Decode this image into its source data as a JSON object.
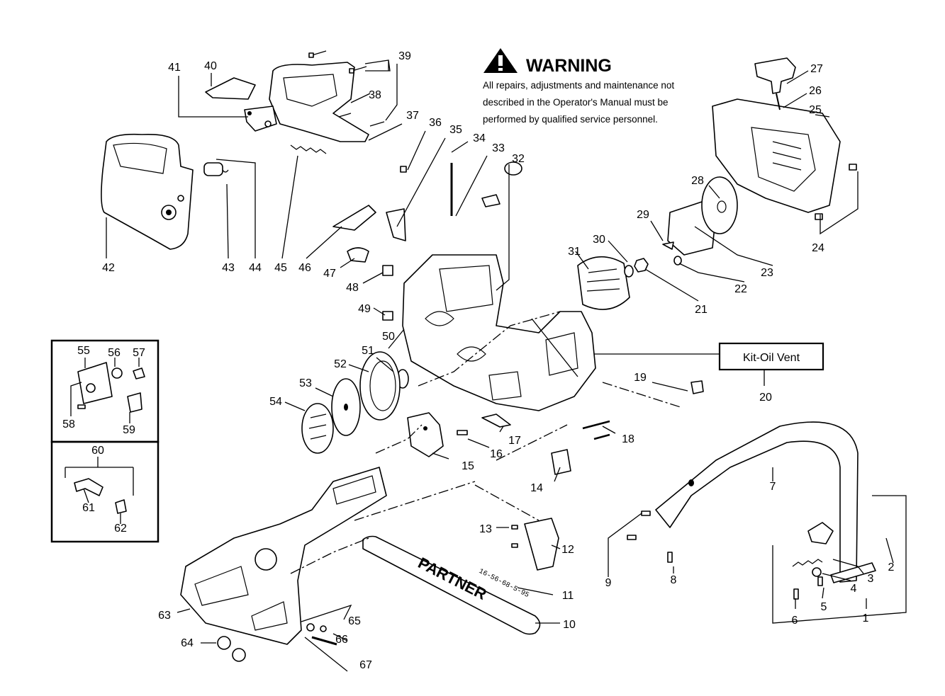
{
  "warning": {
    "title": "WARNING",
    "lines": [
      "All repairs, adjustments and maintenance not",
      "described in the Operator's Manual must be",
      "performed by qualified  service personnel."
    ]
  },
  "kit_label": "Kit-Oil Vent",
  "bar_brand": "PARTNER",
  "bar_code": "16-56-68-5-95",
  "parts": {
    "p1": "1",
    "p2": "2",
    "p3": "3",
    "p4": "4",
    "p5": "5",
    "p6": "6",
    "p7": "7",
    "p8": "8",
    "p9": "9",
    "p10": "10",
    "p11": "11",
    "p12": "12",
    "p13": "13",
    "p14": "14",
    "p15": "15",
    "p16": "16",
    "p17": "17",
    "p18": "18",
    "p19": "19",
    "p20": "20",
    "p21": "21",
    "p22": "22",
    "p23": "23",
    "p24": "24",
    "p25": "25",
    "p26": "26",
    "p27": "27",
    "p28": "28",
    "p29": "29",
    "p30": "30",
    "p31": "31",
    "p32": "32",
    "p33": "33",
    "p34": "34",
    "p35": "35",
    "p36": "36",
    "p37": "37",
    "p38": "38",
    "p39": "39",
    "p40": "40",
    "p41": "41",
    "p42": "42",
    "p43": "43",
    "p44": "44",
    "p45": "45",
    "p46": "46",
    "p47": "47",
    "p48": "48",
    "p49": "49",
    "p50": "50",
    "p51": "51",
    "p52": "52",
    "p53": "53",
    "p54": "54",
    "p55": "55",
    "p56": "56",
    "p57": "57",
    "p58": "58",
    "p59": "59",
    "p60": "60",
    "p61": "61",
    "p62": "62",
    "p63": "63",
    "p64": "64",
    "p65": "65",
    "p66": "66",
    "p67": "67"
  }
}
